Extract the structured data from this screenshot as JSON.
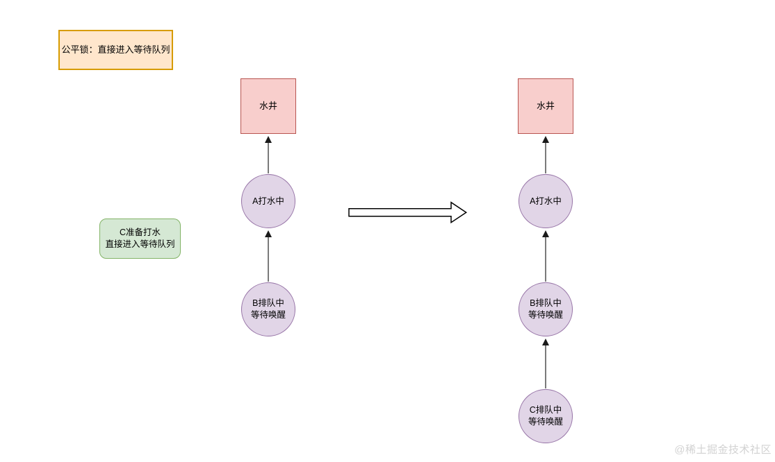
{
  "notes": {
    "fair_lock": "公平锁：直接进入等待队列",
    "c_prepare": "C准备打水\n直接进入等待队列"
  },
  "left_diagram": {
    "well": "水井",
    "node_a": "A打水中",
    "node_b": "B排队中\n等待唤醒"
  },
  "right_diagram": {
    "well": "水井",
    "node_a": "A打水中",
    "node_b": "B排队中\n等待唤醒",
    "node_c": "C排队中\n等待唤醒"
  },
  "watermark": "@稀土掘金技术社区",
  "colors": {
    "note_fill": "#ffe6cc",
    "note_stroke": "#d79b00",
    "well_fill": "#f8cecc",
    "well_stroke": "#b85450",
    "person_fill": "#e1d5e7",
    "person_stroke": "#9673a6",
    "green_fill": "#d5e8d4",
    "green_stroke": "#82b366",
    "connector_stroke": "#4d4d4d",
    "arrowhead_fill": "#1a1a1a",
    "big_arrow_fill": "#ffffff",
    "big_arrow_stroke": "#000000",
    "watermark_color": "#d2d2d2"
  }
}
